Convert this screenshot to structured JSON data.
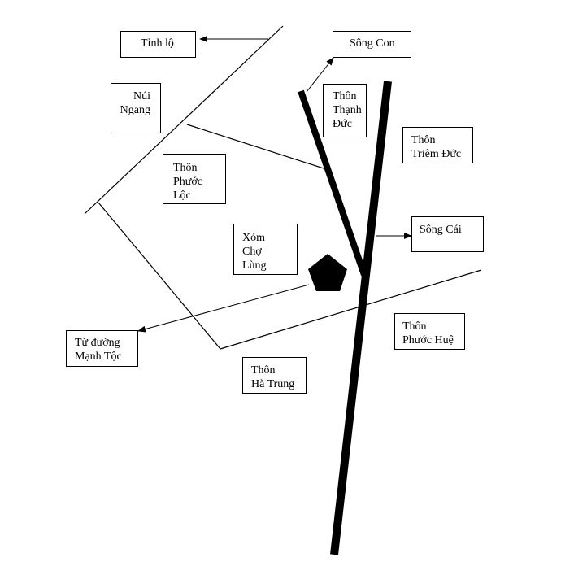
{
  "map": {
    "labels": {
      "tinh_lo": [
        "Tỉnh lộ"
      ],
      "song_con": [
        "Sông Con"
      ],
      "nui_ngang": [
        "Núi",
        "Ngang"
      ],
      "thon_thanh_duc": [
        "Thôn",
        "Thạnh",
        "Đức"
      ],
      "thon_triem_duc": [
        "Thôn",
        "Triêm Đức"
      ],
      "thon_phuoc_loc": [
        "Thôn",
        "Phước",
        "Lộc"
      ],
      "song_cai": [
        "Sông Cái"
      ],
      "xom_cho_lung": [
        "Xóm",
        "Chợ",
        "Lùng"
      ],
      "thon_phuoc_hue": [
        "Thôn",
        "Phước Huệ"
      ],
      "tu_duong_manh_toc": [
        "Từ đường",
        "Mạnh Tộc"
      ],
      "thon_ha_trung": [
        "Thôn",
        "Hà Trung"
      ]
    },
    "colors": {
      "line": "#000000",
      "box_border": "#000000",
      "background": "#ffffff"
    },
    "icons": {
      "landmark": "pentagon-icon",
      "pointer": "arrowhead-icon"
    }
  }
}
